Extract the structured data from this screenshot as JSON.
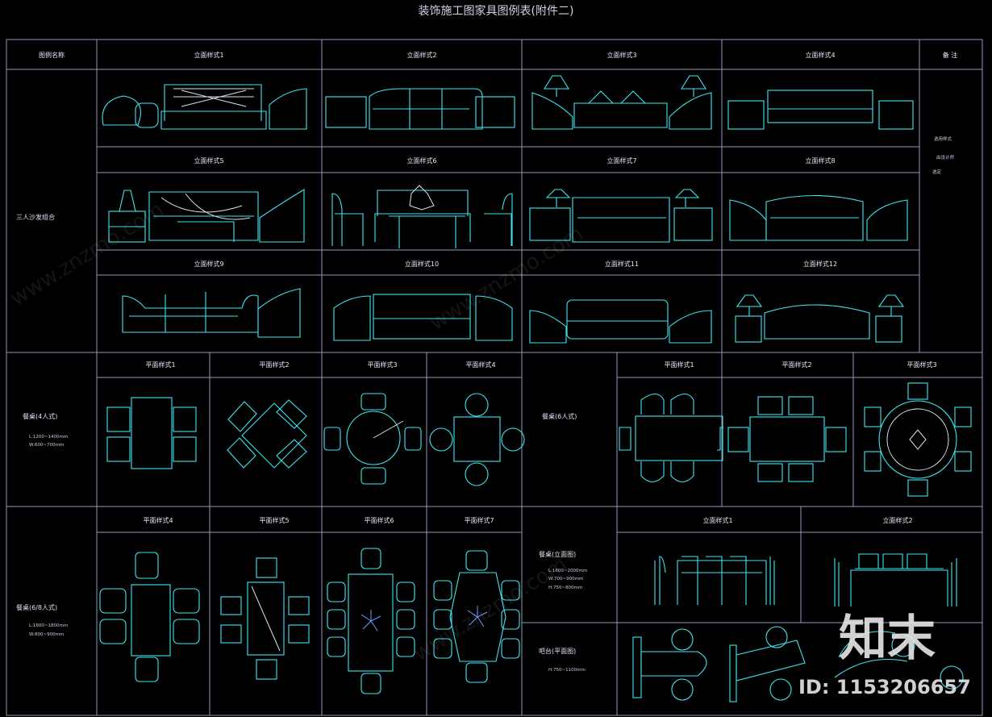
{
  "title": "装饰施工图家具图例表(附件二)",
  "header": {
    "col_name": "图例名称",
    "col_remark": "备  注",
    "elevation_cols": [
      "立面样式1",
      "立面样式2",
      "立面样式3",
      "立面样式4"
    ]
  },
  "sofa": {
    "group_label": "三人沙发组合",
    "remark_lines": [
      "选用样式",
      "由设计师",
      "选定"
    ],
    "row2_labels": [
      "立面样式5",
      "立面样式6",
      "立面样式7",
      "立面样式8"
    ],
    "row3_labels": [
      "立面样式9",
      "立面样式10",
      "立面样式11",
      "立面样式12"
    ]
  },
  "table4": {
    "label": "餐桌(4人式)",
    "dim1": "L:1200~1400mm",
    "dim2": "W:600~700mm",
    "plans": [
      "平面样式1",
      "平面样式2",
      "平面样式3",
      "平面样式4"
    ]
  },
  "table6": {
    "label": "餐桌(6人式)",
    "plans": [
      "平面样式1",
      "平面样式2",
      "平面样式3"
    ]
  },
  "table68": {
    "label": "餐桌(6/8人式)",
    "dim1": "L:1600~1800mm",
    "dim2": "W:800~900mm",
    "plans": [
      "平面样式4",
      "平面样式5",
      "平面样式6",
      "平面样式7"
    ]
  },
  "table_elev": {
    "label": "餐桌(立面图)",
    "dim1": "L:1600~2000mm",
    "dim2": "W:700~900mm",
    "dim3": "H:750~800mm",
    "elevations": [
      "立面样式1",
      "立面样式2"
    ]
  },
  "bar": {
    "label": "吧台(平面图)",
    "dim1": "H:750~1100mm"
  },
  "watermark": {
    "site": "www.znzmo.com",
    "brand": "知末",
    "id": "ID: 1153206657"
  }
}
